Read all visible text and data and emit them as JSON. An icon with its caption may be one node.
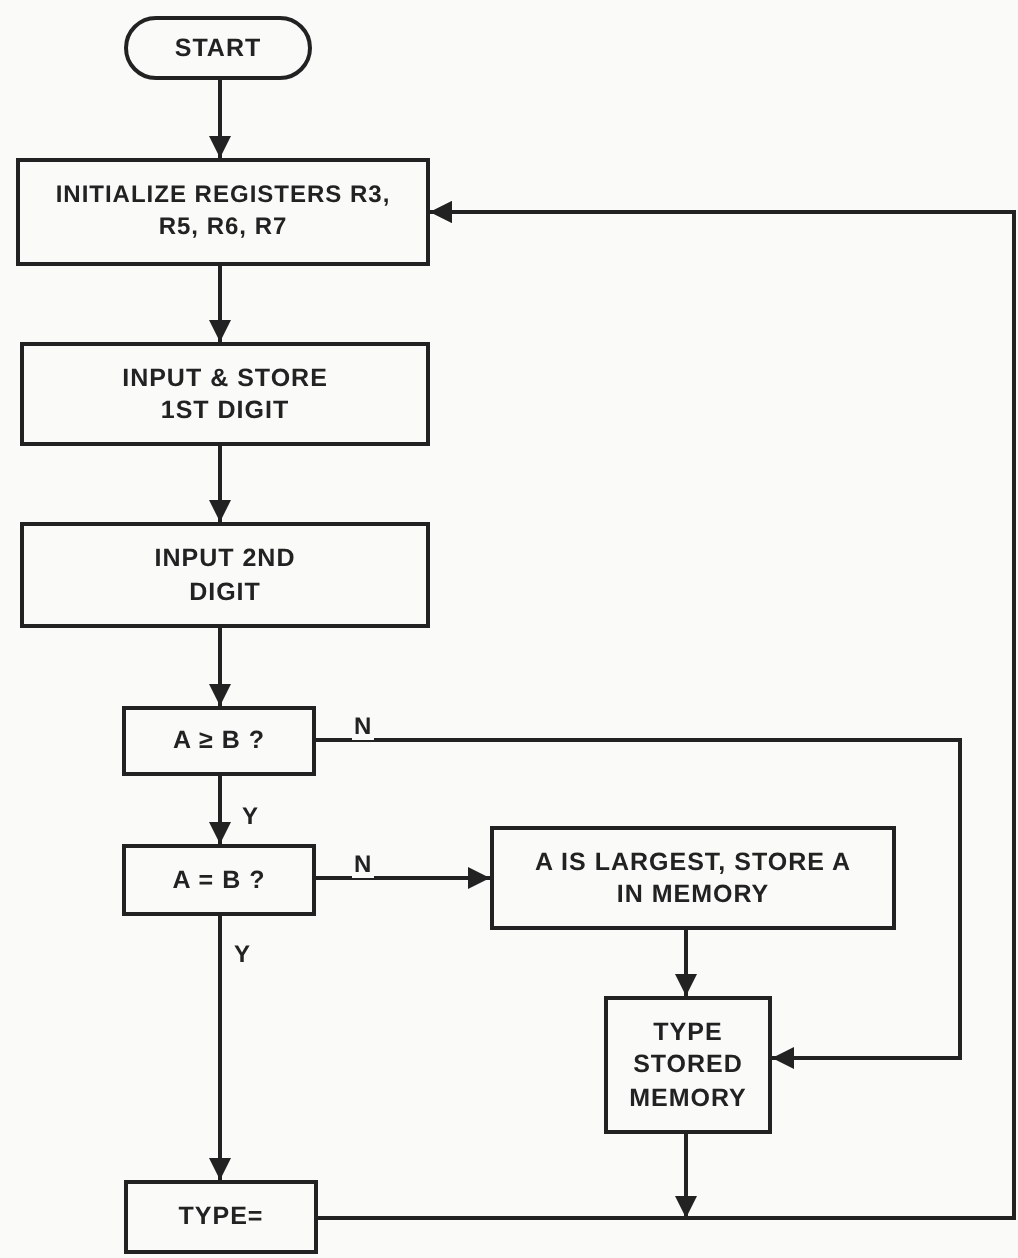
{
  "diagram": {
    "nodes": [
      {
        "text": [
          "START"
        ]
      },
      {
        "text": [
          "INITIALIZE REGISTERS R3, R5, R6, R7"
        ]
      },
      {
        "text": [
          "INPUT & STORE 1ST DIGIT"
        ]
      },
      {
        "text": [
          "INPUT 2ND DIGIT"
        ]
      },
      {
        "text": [
          "A ≥ B ?"
        ]
      },
      {
        "text": [
          "A = B ?"
        ]
      },
      {
        "text": [
          "A IS LARGEST, STORE A IN MEMORY"
        ]
      },
      {
        "text": [
          "TYPE STORED MEMORY"
        ]
      },
      {
        "text": [
          "TYPE="
        ]
      }
    ],
    "edges": [
      {
        "from": 0,
        "to": 1,
        "arrow": "to"
      },
      {
        "from": 1,
        "to": 2,
        "arrow": "to"
      },
      {
        "from": 2,
        "to": 3,
        "arrow": "to"
      },
      {
        "from": 3,
        "to": 4,
        "arrow": "to"
      },
      {
        "from": 4,
        "to": 5,
        "arrow": "to",
        "label": "Y"
      },
      {
        "from": 4,
        "to": 7,
        "arrow": "to",
        "label": "N"
      },
      {
        "from": 5,
        "to": 6,
        "arrow": "to",
        "label": "N"
      },
      {
        "from": 5,
        "to": 8,
        "arrow": "to",
        "label": "Y"
      },
      {
        "from": 6,
        "to": 7,
        "arrow": "to"
      },
      {
        "from": 7,
        "to": 1,
        "arrow": "to"
      },
      {
        "from": 8,
        "to": 1,
        "arrow": "to"
      }
    ]
  }
}
